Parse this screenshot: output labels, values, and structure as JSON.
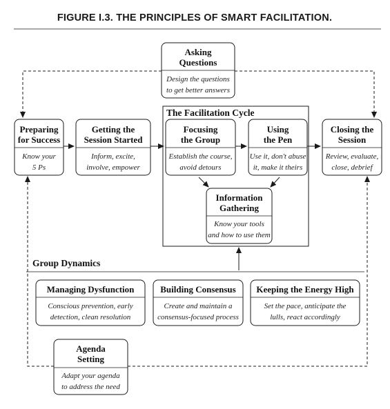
{
  "figure": {
    "title": "FIGURE I.3.  THE PRINCIPLES OF SMART FACILITATION."
  },
  "boxes": {
    "asking": {
      "title": [
        "Asking",
        "Questions"
      ],
      "sub": [
        "Design the questions",
        "to get better answers"
      ]
    },
    "preparing": {
      "title": [
        "Preparing",
        "for Success"
      ],
      "sub": [
        "Know your",
        "5 Ps"
      ]
    },
    "started": {
      "title": [
        "Getting the",
        "Session Started"
      ],
      "sub": [
        "Inform, excite,",
        "involve, empower"
      ]
    },
    "focusing": {
      "title": [
        "Focusing",
        "the Group"
      ],
      "sub": [
        "Establish the course,",
        "avoid detours"
      ]
    },
    "pen": {
      "title": [
        "Using",
        "the Pen"
      ],
      "sub": [
        "Use it, don't abuse",
        "it, make it theirs"
      ]
    },
    "closing": {
      "title": [
        "Closing the",
        "Session"
      ],
      "sub": [
        "Review, evaluate,",
        "close, debrief"
      ]
    },
    "info": {
      "title": [
        "Information",
        "Gathering"
      ],
      "sub": [
        "Know your tools",
        "and how to use them"
      ]
    },
    "dysfunction": {
      "title": [
        "Managing Dysfunction"
      ],
      "sub": [
        "Conscious prevention, early",
        "detection, clean resolution"
      ]
    },
    "consensus": {
      "title": [
        "Building Consensus"
      ],
      "sub": [
        "Create and maintain a",
        "consensus-focused process"
      ]
    },
    "energy": {
      "title": [
        "Keeping the Energy High"
      ],
      "sub": [
        "Set the pace, anticipate the",
        "lulls, react accordingly"
      ]
    },
    "agenda": {
      "title": [
        "Agenda",
        "Setting"
      ],
      "sub": [
        "Adapt your agenda",
        "to address the need"
      ]
    }
  },
  "sections": {
    "cycle": "The Facilitation Cycle",
    "dynamics": "Group Dynamics"
  }
}
